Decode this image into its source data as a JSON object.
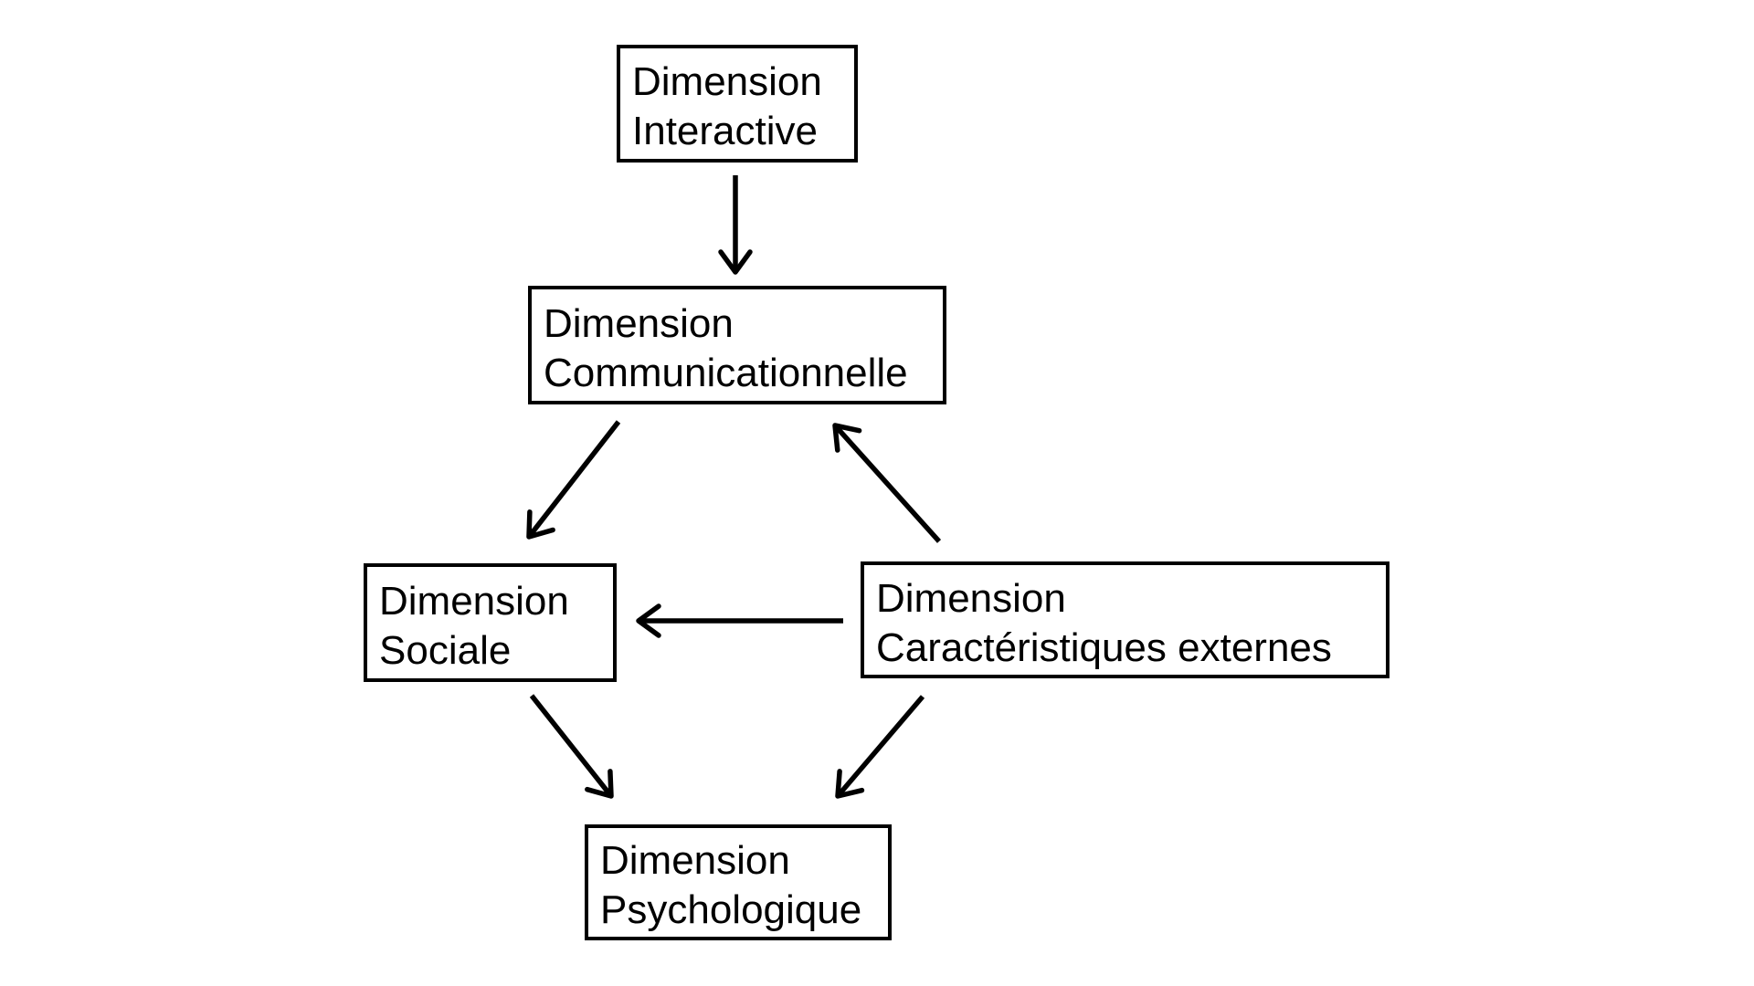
{
  "diagram": {
    "background_color": "#ffffff",
    "line_color": "#000000",
    "text_color": "#000000",
    "nodes": [
      {
        "id": "dimension-interactive",
        "line1": "Dimension",
        "line2": "Interactive"
      },
      {
        "id": "dimension-communicationnelle",
        "line1": "Dimension",
        "line2": "Communicationnelle"
      },
      {
        "id": "dimension-sociale",
        "line1": "Dimension",
        "line2": "Sociale"
      },
      {
        "id": "dimension-caracteristiques-externes",
        "line1": "Dimension",
        "line2": "Caractéristiques externes"
      },
      {
        "id": "dimension-psychologique",
        "line1": "Dimension",
        "line2": "Psychologique"
      }
    ],
    "edges": [
      {
        "from": "Dimension Interactive",
        "to": "Dimension Communicationnelle"
      },
      {
        "from": "Dimension Communicationnelle",
        "to": "Dimension Sociale"
      },
      {
        "from": "Dimension Caractéristiques externes",
        "to": "Dimension Communicationnelle"
      },
      {
        "from": "Dimension Caractéristiques externes",
        "to": "Dimension Sociale"
      },
      {
        "from": "Dimension Sociale",
        "to": "Dimension Psychologique"
      },
      {
        "from": "Dimension Caractéristiques externes",
        "to": "Dimension Psychologique"
      }
    ]
  }
}
